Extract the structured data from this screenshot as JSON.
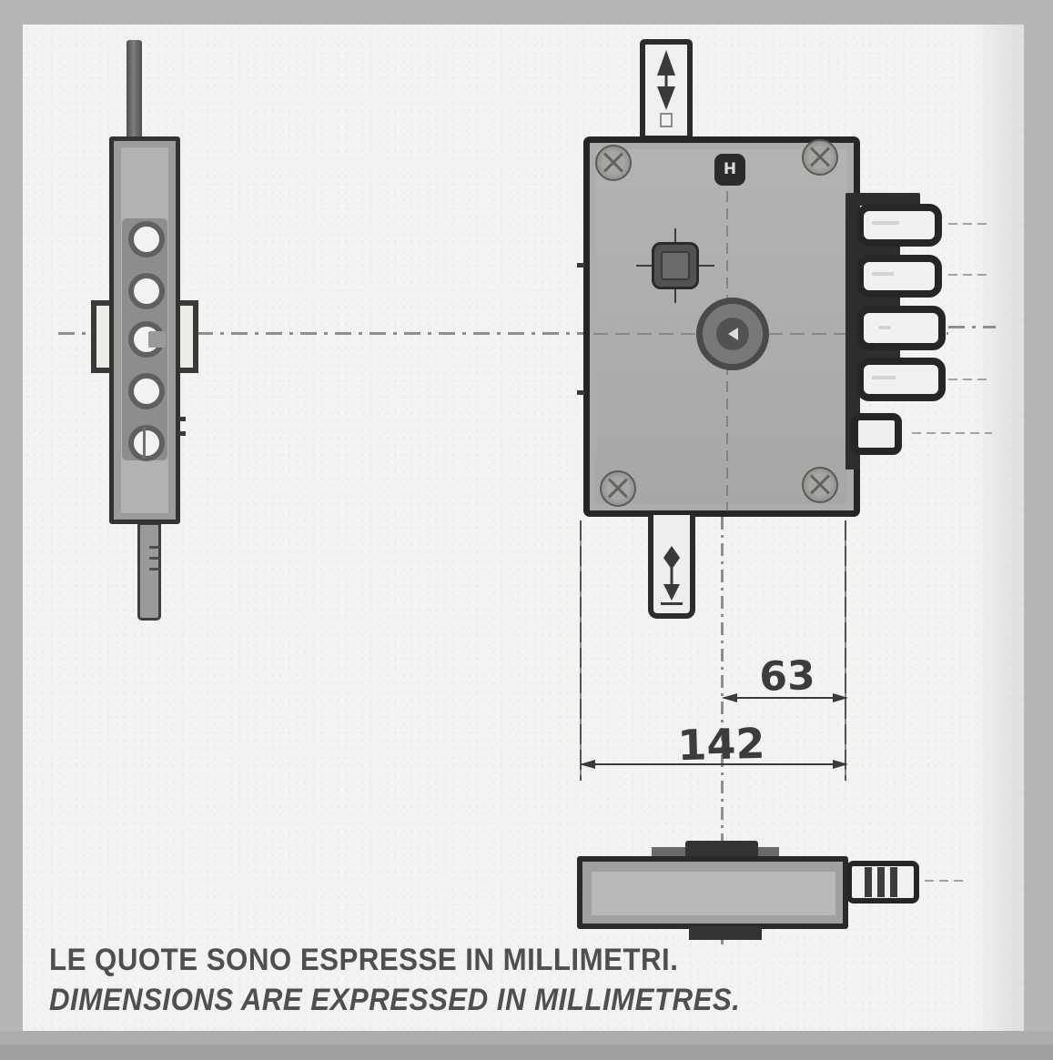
{
  "caption": {
    "line1": "LE QUOTE SONO ESPRESSE IN MILLIMETRI.",
    "line2": "DIMENSIONS ARE EXPRESSED IN MILLIMETRES."
  },
  "drawing": {
    "badge_letter": "H",
    "dim_center_to_edge": "63",
    "dim_case_width": "142"
  },
  "colors": {
    "frame": "#b6b6b4",
    "frame_bottom": "#9f9f9d",
    "paper": "#f3f3f1",
    "ink": "#2c2c2a",
    "metal_light": "#b2b2b0",
    "metal_mid": "#9c9c9a",
    "metal_dark": "#565654",
    "centerline": "#8e8e8c",
    "bolt_face": "#f1f1ef"
  }
}
